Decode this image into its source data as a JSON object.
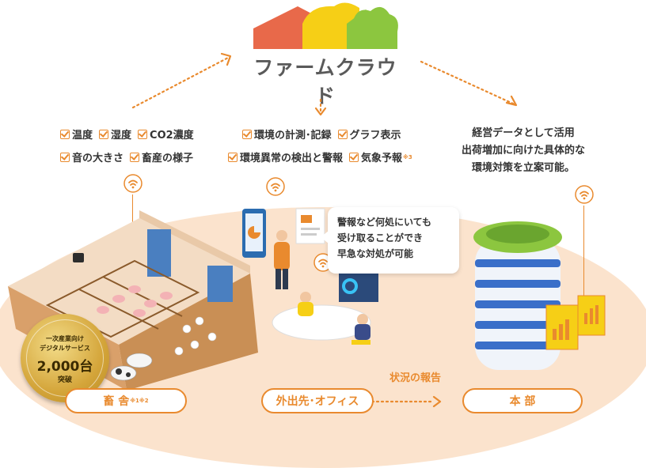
{
  "brand": {
    "name": "ファームクラウド"
  },
  "farm_checks": [
    {
      "label": "温度"
    },
    {
      "label": "湿度"
    },
    {
      "label": "CO2濃度"
    },
    {
      "label": "音の大きさ"
    },
    {
      "label": "畜産の様子"
    }
  ],
  "office_checks": [
    {
      "label": "環境の計測･記録"
    },
    {
      "label": "グラフ表示"
    },
    {
      "label": "環境異常の検出と警報"
    },
    {
      "label": "気象予報",
      "note": "※3"
    }
  ],
  "hq_description": [
    "経営データとして活用",
    "出荷増加に向けた具体的な",
    "環境対策を立案可能。"
  ],
  "alert_bubble": [
    "警報など何処にいても",
    "受け取ることができ",
    "早急な対処が可能"
  ],
  "badge": {
    "line1": "一次産業向け",
    "line2": "デジタルサービス",
    "count": "2,000台",
    "line3": "突破"
  },
  "locations": {
    "farm": {
      "label": "畜 舎",
      "note": "※1※2"
    },
    "office": {
      "label": "外出先･オフィス"
    },
    "hq": {
      "label": "本 部"
    }
  },
  "status_report": "状況の報告",
  "colors": {
    "accent": "#e98a2e",
    "cloud_red": "#e8694a",
    "cloud_yellow": "#f6cf16",
    "cloud_green": "#8cc63f",
    "oval": "#fbe3cd"
  }
}
